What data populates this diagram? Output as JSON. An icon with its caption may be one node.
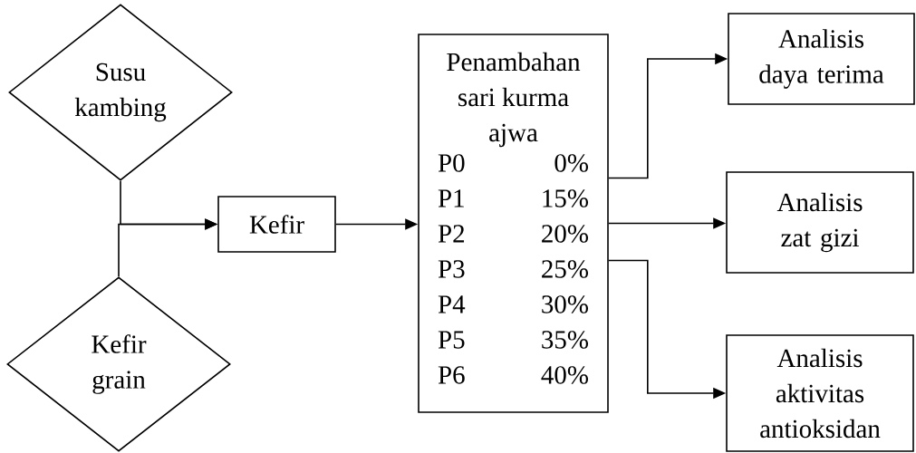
{
  "diagram": {
    "nodes": [
      {
        "text": [
          "Susu kambing"
        ]
      },
      {
        "text": [
          "Kefir grain"
        ]
      },
      {
        "text": [
          "Kefir"
        ]
      },
      {
        "text": [
          "Penambahan sari kurma ajwa",
          "P0",
          "0%",
          "P1",
          "15%",
          "P2",
          "20%",
          "P3",
          "25%",
          "P4",
          "30%",
          "P5",
          "35%",
          "P6",
          "40%"
        ]
      },
      {
        "text": [
          "Analisis daya terima"
        ]
      },
      {
        "text": [
          "Analisis zat gizi"
        ]
      },
      {
        "text": [
          "Analisis aktivitas antioksidan"
        ]
      }
    ],
    "edges": [
      {
        "from": 0,
        "to": 2,
        "arrow": "to"
      },
      {
        "from": 1,
        "to": 2,
        "arrow": "to"
      },
      {
        "from": 2,
        "to": 3,
        "arrow": "to"
      },
      {
        "from": 3,
        "to": 4,
        "arrow": "to"
      },
      {
        "from": 3,
        "to": 5,
        "arrow": "to"
      },
      {
        "from": 3,
        "to": 6,
        "arrow": "to"
      }
    ]
  }
}
